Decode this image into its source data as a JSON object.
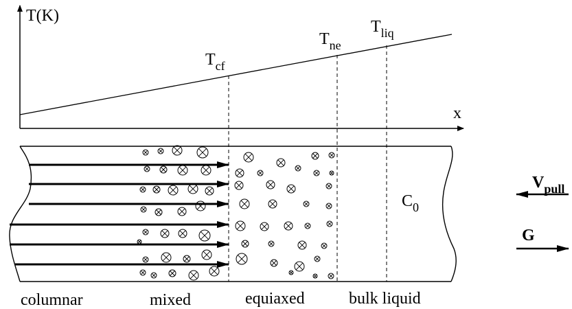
{
  "axes": {
    "y_label": "T(K)",
    "x_label": "x"
  },
  "isotherms": [
    {
      "main": "T",
      "sub": "cf"
    },
    {
      "main": "T",
      "sub": "ne"
    },
    {
      "main": "T",
      "sub": "liq"
    }
  ],
  "concentration": {
    "main": "C",
    "sub": "0"
  },
  "pull_velocity": {
    "main": "V",
    "sub": "pull"
  },
  "gradient": {
    "main": "G"
  },
  "zones": [
    "columnar",
    "mixed",
    "equiaxed",
    "bulk liquid"
  ]
}
